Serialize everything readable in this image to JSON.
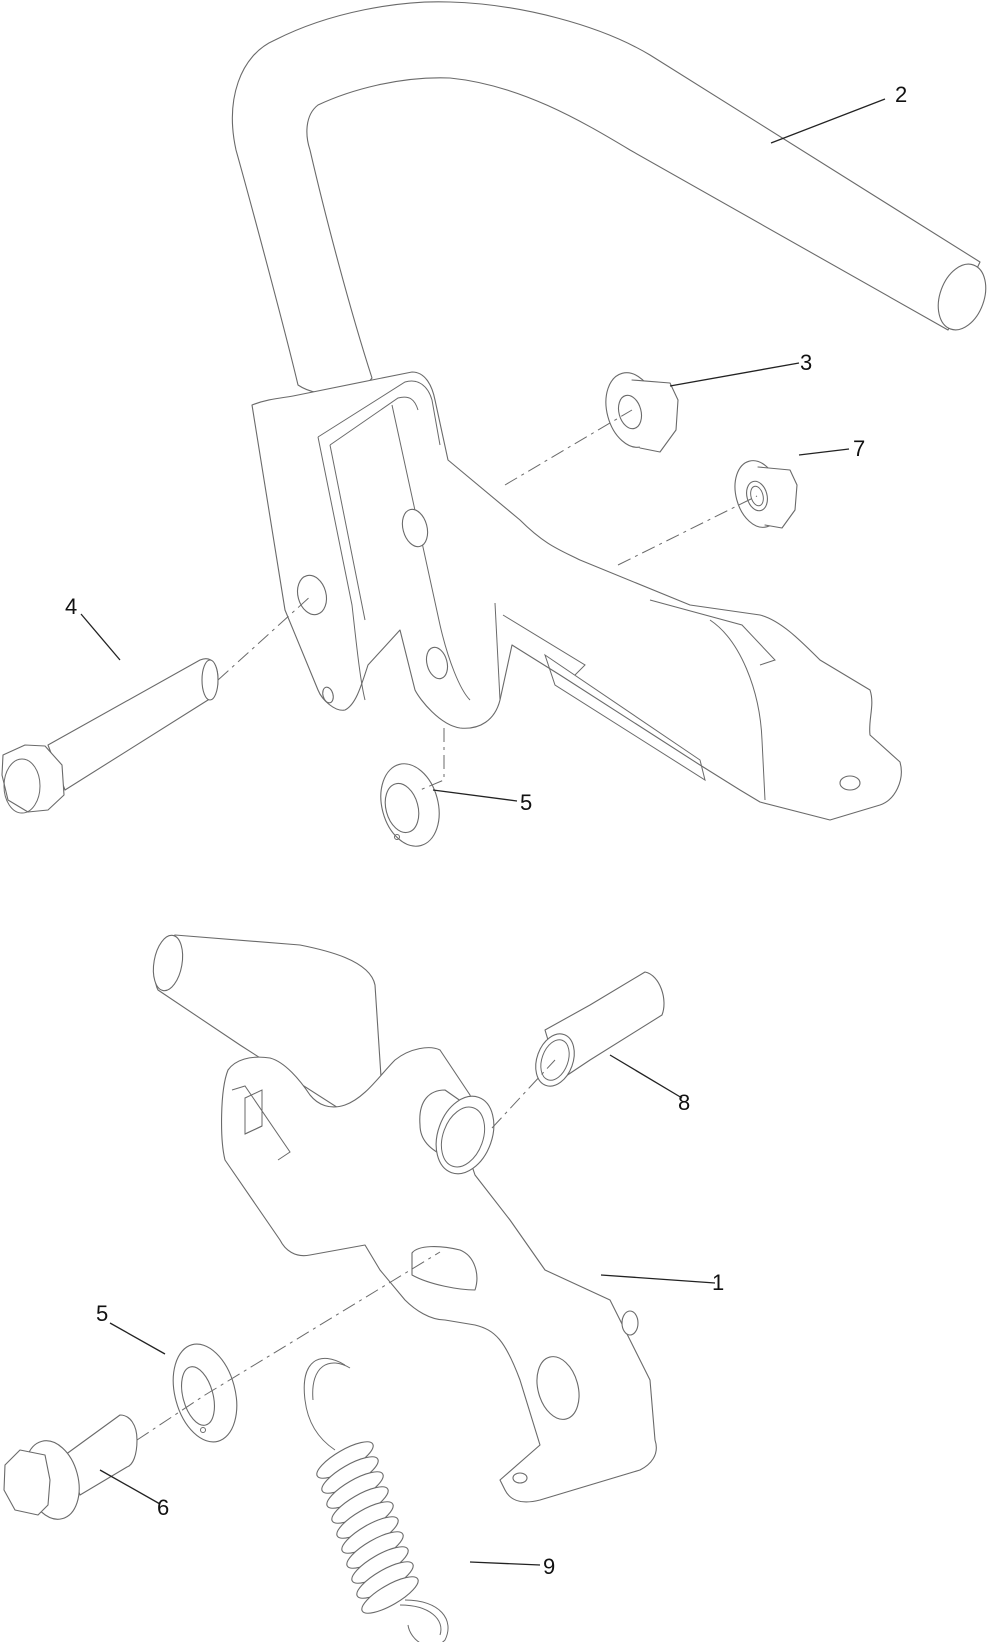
{
  "diagram": {
    "type": "exploded-parts-view",
    "assemblies": [
      {
        "name": "upper-assembly",
        "callouts": [
          {
            "id": "2",
            "label": "2",
            "part": "bent handle tube"
          },
          {
            "id": "3",
            "label": "3",
            "part": "flange nut"
          },
          {
            "id": "7",
            "label": "7",
            "part": "flange nut (small)"
          },
          {
            "id": "4",
            "label": "4",
            "part": "hex head bolt"
          },
          {
            "id": "5a",
            "label": "5",
            "part": "flat washer"
          }
        ]
      },
      {
        "name": "lower-assembly",
        "callouts": [
          {
            "id": "8",
            "label": "8",
            "part": "bushing"
          },
          {
            "id": "1",
            "label": "1",
            "part": "lever arm"
          },
          {
            "id": "5b",
            "label": "5",
            "part": "flat washer"
          },
          {
            "id": "6",
            "label": "6",
            "part": "shoulder bolt"
          },
          {
            "id": "9",
            "label": "9",
            "part": "extension spring"
          }
        ]
      }
    ],
    "colors": {
      "line": "#6a6a6a",
      "leader": "#222222",
      "background": "#ffffff"
    }
  },
  "labels": {
    "c1": "1",
    "c2": "2",
    "c3": "3",
    "c4": "4",
    "c5a": "5",
    "c5b": "5",
    "c6": "6",
    "c7": "7",
    "c8": "8",
    "c9": "9"
  }
}
